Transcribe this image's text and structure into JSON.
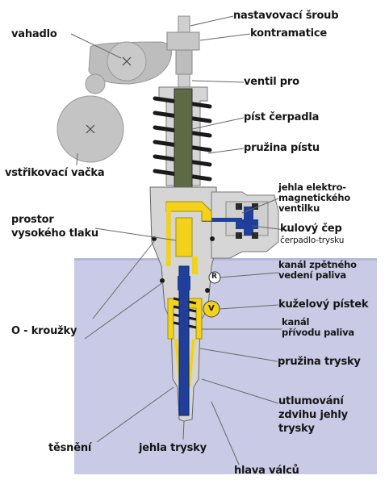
{
  "labels": {
    "nastavovaci_sroub": "nastavovací šroub",
    "kontramatice": "kontramatice",
    "vahadlo": "vahadlo",
    "ventil_pro": "ventil pro",
    "pist_cerpadla": "píst čerpadla",
    "pruzina_pistu": "pružina pístu",
    "vstrikovaci_vacka": "vstřikovací vačka",
    "jehla_elektro_1": "jehla elektro-",
    "jehla_elektro_2": "magnetického",
    "jehla_elektro_3": "ventilku",
    "kulovy_cep": "kulový čep",
    "cerpadlo_trysku": "čerpadlo-trysku",
    "prostor_1": "prostor",
    "prostor_2": "vysokého tlaku",
    "kanal_zpet_1": "kanál zpětného",
    "kanal_zpet_2": "vedení paliva",
    "kuzelovy_pistek": "kuželový pístek",
    "kanal_privodu_1": "kanál",
    "kanal_privodu_2": "přívodu paliva",
    "o_krouzky": "O - kroužky",
    "pruzina_trysky": "pružina trysky",
    "utlumovani_1": "utlumování",
    "utlumovani_2": "zdvihu jehly",
    "utlumovani_3": "trysky",
    "tesneni": "těsnění",
    "jehla_trysky": "jehla trysky",
    "hlava_valcu": "hlava válců",
    "valve_r": "R",
    "valve_v": "V"
  },
  "colors": {
    "cylinder_head": "#c9cbe6",
    "housing": "#d5d5d5",
    "plunger": "#5e6a45",
    "fuel_yellow": "#f2d21a",
    "needle_blue": "#1f3f9a",
    "cam_grey": "#b8b8b8",
    "leader": "#666666"
  }
}
